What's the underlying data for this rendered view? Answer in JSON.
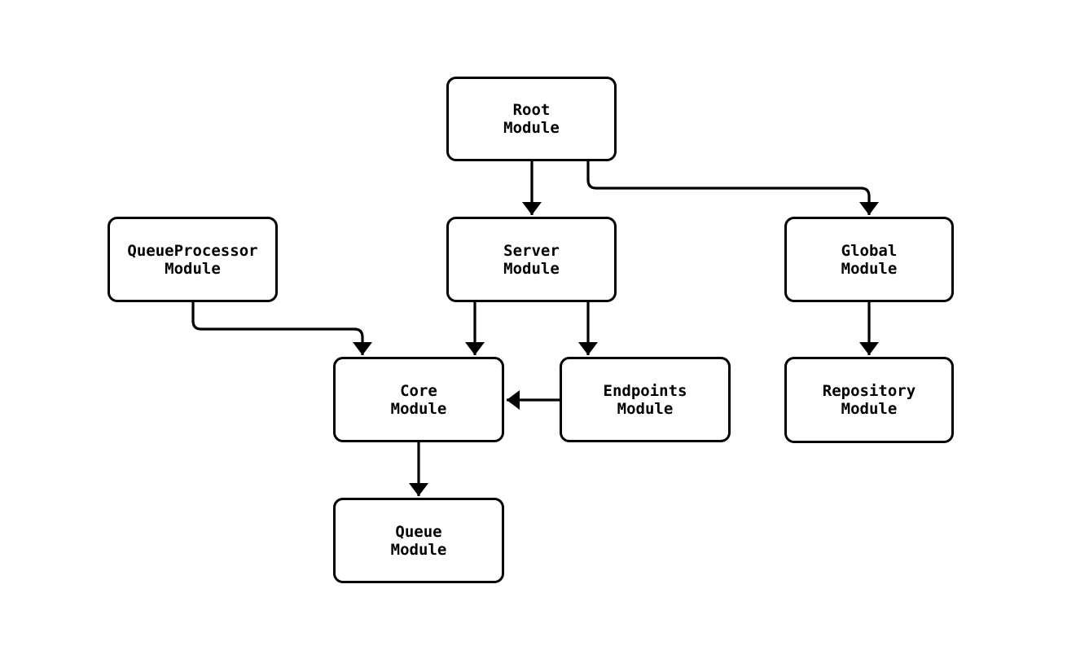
{
  "diagram": {
    "type": "flowchart",
    "background_color": "#ffffff",
    "stroke_color": "#000000",
    "node_fill_color": "#ffffff",
    "nodes": {
      "root": {
        "label": "Root\nModule"
      },
      "queueprocessor": {
        "label": "QueueProcessor\nModule"
      },
      "server": {
        "label": "Server\nModule"
      },
      "global": {
        "label": "Global\nModule"
      },
      "core": {
        "label": "Core\nModule"
      },
      "endpoints": {
        "label": "Endpoints\nModule"
      },
      "repository": {
        "label": "Repository\nModule"
      },
      "queue": {
        "label": "Queue\nModule"
      }
    },
    "edges": [
      {
        "from": "root",
        "to": "server"
      },
      {
        "from": "root",
        "to": "global"
      },
      {
        "from": "queueprocessor",
        "to": "core"
      },
      {
        "from": "server",
        "to": "core"
      },
      {
        "from": "server",
        "to": "endpoints"
      },
      {
        "from": "endpoints",
        "to": "core"
      },
      {
        "from": "core",
        "to": "queue"
      },
      {
        "from": "global",
        "to": "repository"
      }
    ]
  }
}
